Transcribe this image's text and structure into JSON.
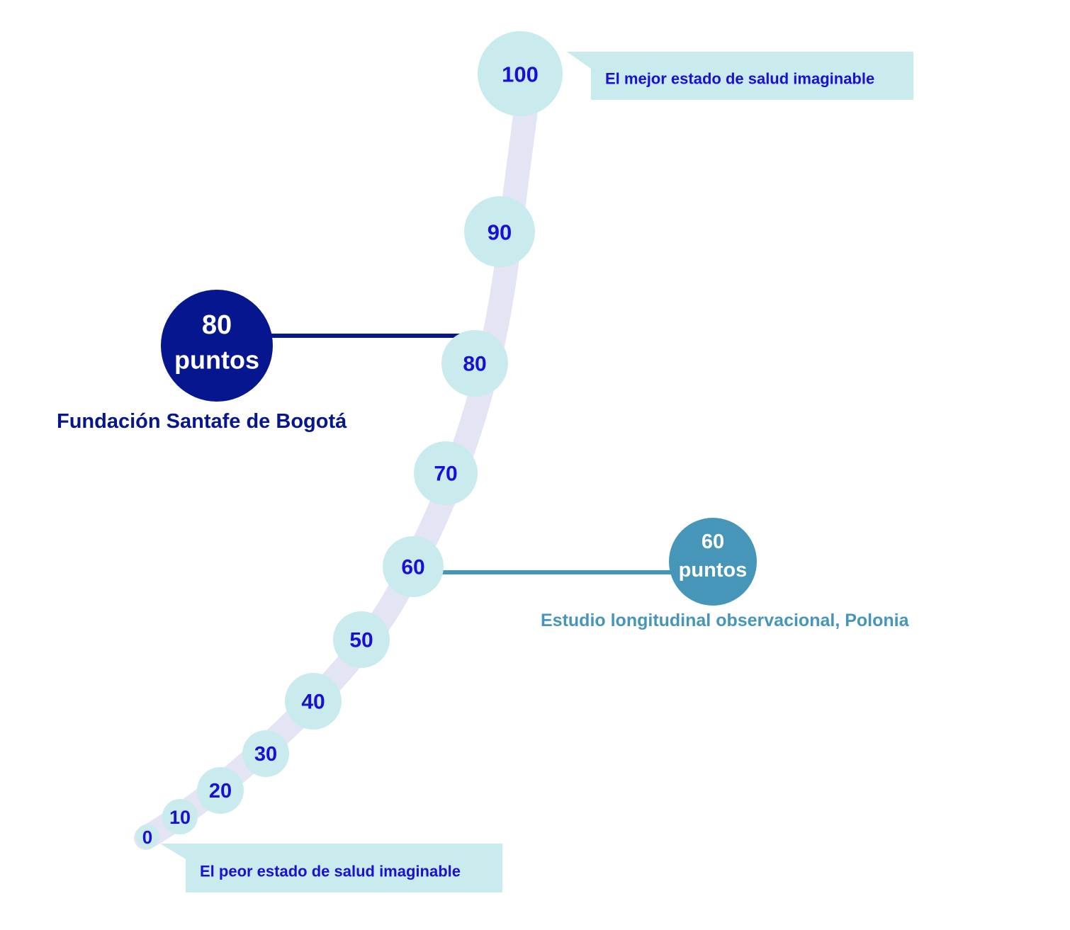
{
  "scale": {
    "ticks": [
      "0",
      "10",
      "20",
      "30",
      "40",
      "50",
      "60",
      "70",
      "80",
      "90",
      "100"
    ],
    "track_color": "#e3e4f4",
    "tick_fill_color": "#c9ebee",
    "tick_text_color": "#1a0fd6"
  },
  "top_callout": {
    "text": "El mejor estado de salud imaginable"
  },
  "bottom_callout": {
    "text": "El peor estado de salud imaginable"
  },
  "markers": [
    {
      "value": 80,
      "number": "80",
      "unit": "puntos",
      "caption": "Fundación Santafe de Bogotá",
      "color": "#06168f"
    },
    {
      "value": 60,
      "number": "60",
      "unit": "puntos",
      "caption": "Estudio longitudinal observacional, Polonia",
      "color": "#4696ba"
    }
  ]
}
